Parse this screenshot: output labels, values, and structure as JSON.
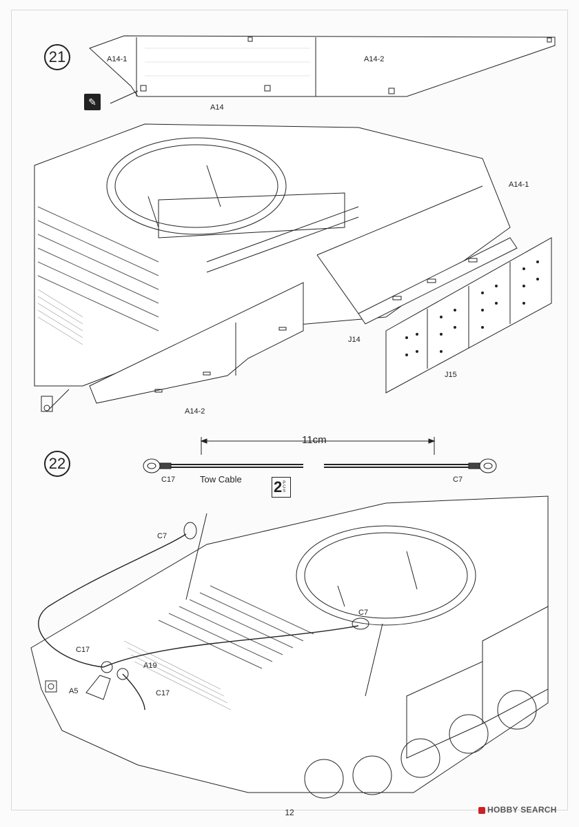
{
  "steps": [
    {
      "number": "21",
      "callouts": {
        "a14_1_top": "A14-1",
        "a14_2_top": "A14-2",
        "a14_part": "A14",
        "a14_1_side": "A14-1",
        "j14": "J14",
        "j15": "J15",
        "a14_2_bottom": "A14-2"
      },
      "icon": "glue-icon"
    },
    {
      "number": "22",
      "cable_length": "11cm",
      "cable_name": "Tow Cable",
      "cable_ends": {
        "left": "C17",
        "right": "C7"
      },
      "quantity": {
        "count": "2",
        "unit": "PCS"
      },
      "callouts": {
        "c7_top": "C7",
        "c7_mid": "C7",
        "c17_left": "C17",
        "a19": "A19",
        "a5": "A5",
        "c17_bottom": "C17"
      }
    }
  ],
  "footer": {
    "page_number": "12",
    "watermark": "HOBBY SEARCH"
  },
  "colors": {
    "line": "#222222",
    "paper": "#fbfbfb",
    "watermark_red": "#cc2222"
  }
}
